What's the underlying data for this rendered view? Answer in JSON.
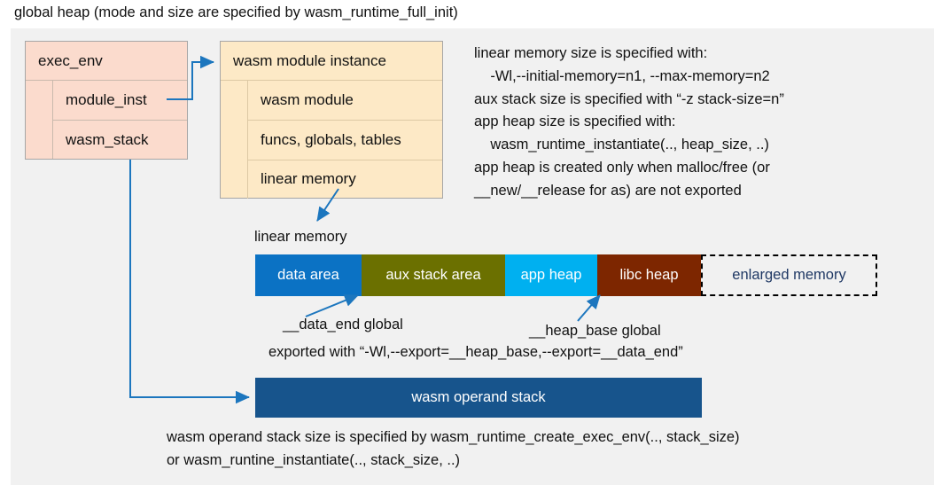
{
  "title": "global heap (mode and size are specified by wasm_runtime_full_init)",
  "exec_env": {
    "header": "exec_env",
    "rows": [
      "module_inst",
      "wasm_stack"
    ]
  },
  "module_instance": {
    "header": "wasm module instance",
    "rows": [
      "wasm module",
      "funcs, globals, tables",
      "linear memory"
    ]
  },
  "notes": {
    "memory": "linear memory size is specified with:\n    -Wl,--initial-memory=n1, --max-memory=n2\naux stack size is specified with “-z stack-size=n”\napp heap size is specified with:\n    wasm_runtime_instantiate(.., heap_size, ..)\napp heap is created only when malloc/free (or\n__new/__release for as) are not exported",
    "operand_stack": "wasm operand stack size is specified by wasm_runtime_create_exec_env(.., stack_size)\nor wasm_runtine_instantiate(.., stack_size, ..)"
  },
  "linear_memory": {
    "label": "linear memory",
    "segments": [
      {
        "label": "data area",
        "color": "#0b72c4",
        "width": 120
      },
      {
        "label": "aux stack area",
        "color": "#6b7000",
        "width": 162
      },
      {
        "label": "app heap",
        "color": "#00b0f0",
        "width": 104
      },
      {
        "label": "libc heap",
        "color": "#7d2600",
        "width": 117
      },
      {
        "label": "enlarged memory",
        "color": "#f1f1f1",
        "width": 199,
        "dashed": true
      }
    ]
  },
  "operand_stack": {
    "label": "wasm operand stack",
    "color": "#17548c"
  },
  "annotations": {
    "data_end": "__data_end global",
    "heap_base": "__heap_base global",
    "exported": "exported with “-Wl,--export=__heap_base,--export=__data_end”"
  },
  "colors": {
    "canvas_background": "#f1f1f1",
    "exec_env_fill": "#fbdbcd",
    "module_instance_fill": "#fde9c6",
    "connector": "#1c76be"
  }
}
